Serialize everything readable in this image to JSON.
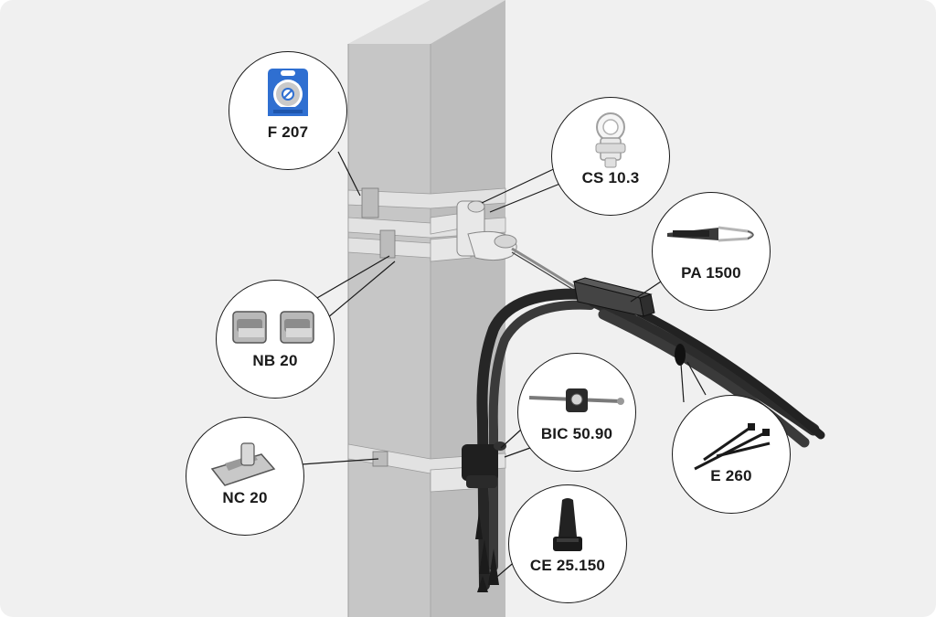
{
  "callouts": {
    "f207": {
      "label": "F 207",
      "icon": "strapping-coil-icon"
    },
    "cs103": {
      "label": "CS 10.3",
      "icon": "suspension-clamp-icon"
    },
    "pa1500": {
      "label": "PA 1500",
      "icon": "anchoring-clamp-icon"
    },
    "nb20": {
      "label": "NB 20",
      "icon": "buckle-icon"
    },
    "bic5090": {
      "label": "BIC 50.90",
      "icon": "bundle-clamp-icon"
    },
    "e260": {
      "label": "E 260",
      "icon": "cable-tie-icon"
    },
    "nc20": {
      "label": "NC 20",
      "icon": "buckle-icon"
    },
    "ce25150": {
      "label": "CE 25.150",
      "icon": "end-cap-icon"
    }
  },
  "colors": {
    "background": "#f0f0f0",
    "pole_front": "#cfcfcf",
    "pole_side": "#b9b9b9",
    "cable": "#2b2b2b",
    "coil_blue": "#2f6fd1"
  }
}
